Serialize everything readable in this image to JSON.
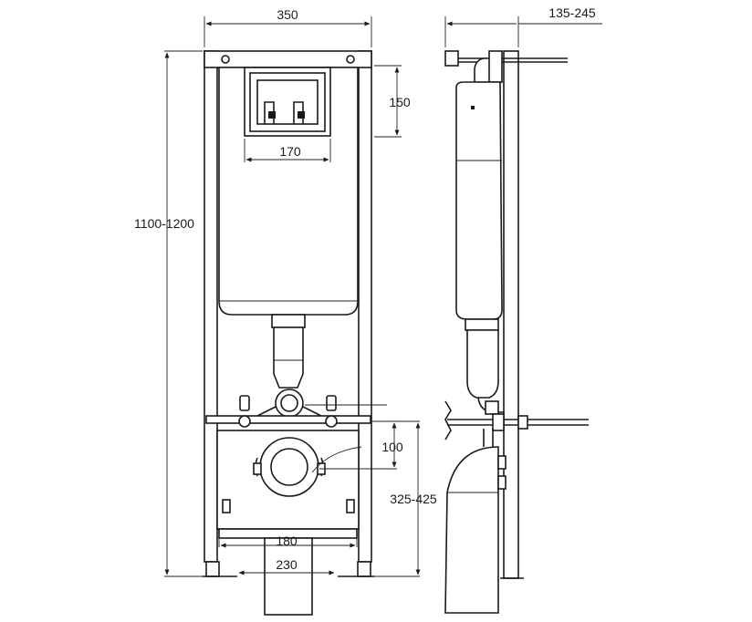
{
  "dimensions": {
    "frame_width": "350",
    "height_range": "1100-1200",
    "panel_height": "150",
    "panel_width": "170",
    "outlet_offset": "100",
    "outlet_height_range": "325-425",
    "foot_inner": "180",
    "foot_outer": "230",
    "wall_depth_range": "135-245"
  }
}
